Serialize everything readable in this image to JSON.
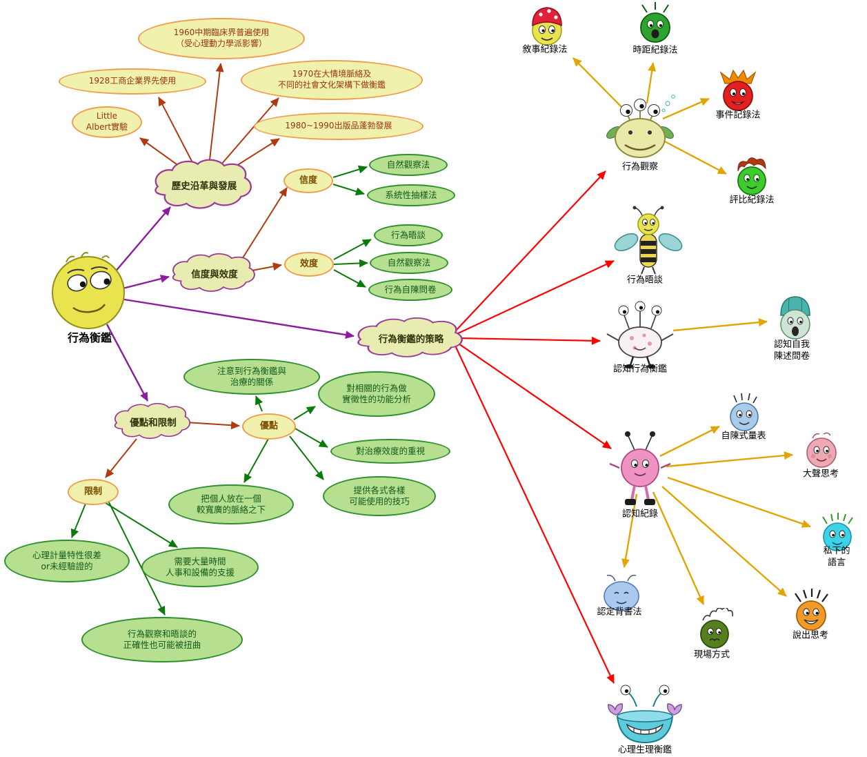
{
  "root": {
    "label": "行為衡鑑"
  },
  "clouds": {
    "history": "歷史沿革與發展",
    "reliability_validity": "信度與效度",
    "strategies": "行為衡鑑的策略",
    "pros_cons": "優點和限制"
  },
  "history": {
    "items": [
      "1960中期臨床界普遍使用\n（受心理動力學派影響）",
      "1928工商企業界先使用",
      "1970在大情境脈絡及\n不同的社會文化架構下做衡鑑",
      "Little\nAlbert實驗",
      "1980~1990出版品蓬勃發展"
    ]
  },
  "reliability": {
    "label": "信度",
    "items": [
      "自然觀察法",
      "系統性抽樣法"
    ]
  },
  "validity": {
    "label": "效度",
    "items": [
      "行為晤談",
      "自然觀察法",
      "行為自陳問卷"
    ]
  },
  "advantages": {
    "label": "優點",
    "items": [
      "注意到行為衡鑑與\n治療的關係",
      "對相關的行為做\n實徵性的功能分析",
      "對治療效度的重視",
      "提供各式各樣\n可能使用的技巧",
      "把個人放在一個\n較寬廣的脈絡之下"
    ]
  },
  "limitations": {
    "label": "限制",
    "items": [
      "心理計量特性很差\nor未經驗證的",
      "需要大量時間\n人事和設備的支援",
      "行為觀察和晤談的\n正確性也可能被扭曲"
    ]
  },
  "strategies": {
    "observation": {
      "label": "行為觀察",
      "methods": [
        "敘事紀錄法",
        "時距紀錄法",
        "事件記錄法",
        "評比紀錄法"
      ]
    },
    "interview": {
      "label": "行為晤談"
    },
    "cognitive_assessment": {
      "label": "認知行為衡鑑",
      "methods": [
        "認知自我\n陳述問卷"
      ]
    },
    "cognitive_recording": {
      "label": "認知紀錄",
      "methods": [
        "自陳式量表",
        "大聲思考",
        "私下的語言",
        "說出思考",
        "現場方式",
        "認定背書法"
      ]
    },
    "psychophysiological": {
      "label": "心理生理衡鑑"
    }
  },
  "colors": {
    "branch_purple": "#8b1c9e",
    "branch_brown": "#b03a10",
    "branch_green": "#0a7a0a",
    "branch_red": "#ff0000",
    "branch_gold": "#e2a400",
    "ellipse_fill": "#f1f1ae",
    "ellipse_border": "#ef9d4e",
    "green_fill": "#b6e090",
    "green_border": "#2f8f2f",
    "cloud_fill": "#e9ecb0",
    "cloud_border": "#9a3a9a"
  }
}
